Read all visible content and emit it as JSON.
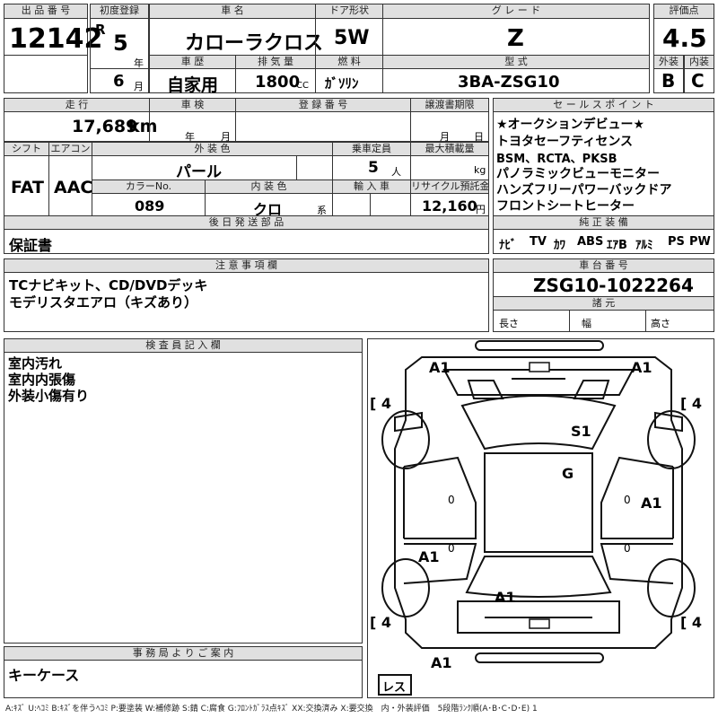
{
  "header": {
    "lot_no_label": "出 品 番 号",
    "lot_no": "12142",
    "first_reg_label": "初度登録",
    "era": "R",
    "year": "5",
    "year_unit": "年",
    "month": "6",
    "month_unit": "月",
    "car_name_label": "車 名",
    "car_name": "カローラクロス",
    "door_label": "ドア形状",
    "door": "5W",
    "grade_label": "グ レ ー ド",
    "grade": "Z",
    "score_label": "評価点",
    "score": "4.5",
    "history_label": "車 歴",
    "history": "自家用",
    "displacement_label": "排 気 量",
    "displacement": "1800",
    "displacement_unit": "CC",
    "fuel_label": "燃 料",
    "fuel": "ｶﾞｿﾘﾝ",
    "model_label": "型 式",
    "model": "3BA-ZSG10",
    "exterior_label": "外装",
    "exterior": "B",
    "interior_label": "内装",
    "interior": "C"
  },
  "specs": {
    "mileage_label": "走 行",
    "mileage": "17,689",
    "mileage_unit": "km",
    "inspection_label": "車 検",
    "insp_year_unit": "年",
    "insp_month_unit": "月",
    "reg_no_label": "登 録 番 号",
    "transfer_label": "譲渡書期限",
    "transfer_month_unit": "月",
    "transfer_day_unit": "日",
    "shift_label": "シフト",
    "shift": "FAT",
    "ac_label": "エアコン",
    "ac": "AAC",
    "color_label": "外 装 色",
    "color": "パール",
    "capacity_label": "乗車定員",
    "capacity": "5",
    "capacity_unit": "人",
    "max_load_label": "最大積載量",
    "max_load_unit": "kg",
    "color_no_label": "カラーNo.",
    "color_no": "089",
    "int_color_label": "内 装 色",
    "int_color": "クロ",
    "int_color_unit": "系",
    "import_label": "輸 入 車",
    "recycle_label": "リサイクル預託金",
    "recycle": "12,160",
    "recycle_unit": "円",
    "later_parts_label": "後 日 発 送 部 品",
    "later_parts": "保証書"
  },
  "sales_points": {
    "label": "セ ー ル ス ポ イ ン ト",
    "lines": [
      "★オークションデビュー★",
      "トヨタセーフティセンス",
      "BSM、RCTA、PKSB",
      "パノラミックビューモニター",
      "ハンズフリーパワーバックドア",
      "フロントシートヒーター"
    ]
  },
  "equipment": {
    "label": "純 正 装 備",
    "items": [
      "ﾅﾋﾞ",
      "TV",
      "ｶﾜ",
      "ABS",
      "ｴｱB",
      "ｱﾙﾐ",
      "PS",
      "PW"
    ]
  },
  "notes": {
    "label": "注 意 事 項 欄",
    "lines": [
      "TCナビキット、CD/DVDデッキ",
      "モデリスタエアロ（キズあり）"
    ]
  },
  "chassis": {
    "label": "車 台 番 号",
    "value": "ZSG10-1022264",
    "dims_label": "諸 元",
    "length_label": "長さ",
    "width_label": "幅",
    "height_label": "高さ"
  },
  "inspector": {
    "label": "検 査 員 記 入 欄",
    "lines": [
      "室内汚れ",
      "室内内張傷",
      "外装小傷有り"
    ]
  },
  "office": {
    "label": "事 務 局 よ り ご 案 内",
    "text": "キーケース"
  },
  "diagram": {
    "marks": [
      "A1",
      "A1",
      "S1",
      "G",
      "A1",
      "A1",
      "A1",
      "A1"
    ],
    "tires": [
      "4",
      "4",
      "4",
      "4"
    ],
    "tire_open": "[",
    "zeros": [
      "0",
      "0",
      "0",
      "0"
    ],
    "spare_label": "レス"
  },
  "legend": "A:ｷｽﾞ U:ﾍｺﾐ B:ｷｽﾞを伴うﾍｺﾐ P:要塗装 W:補修跡 S:錆 C:腐食 G:ﾌﾛﾝﾄｶﾞﾗｽ点ｷｽﾞ XX:交換済み X:要交換　内・外装評価　5段階ﾗﾝｸ順(A･B･C･D･E) 1"
}
